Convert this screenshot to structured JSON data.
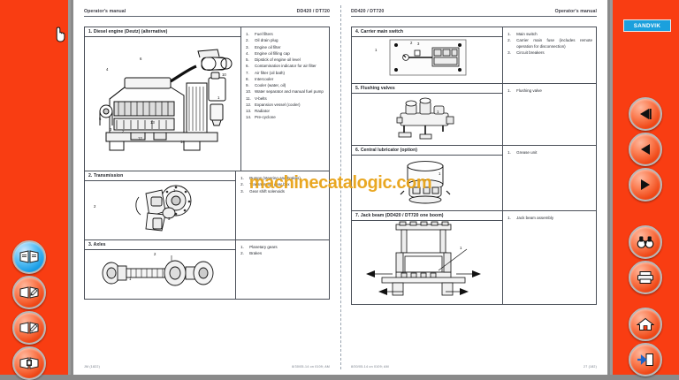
{
  "app": {
    "brand_label": "SANDVIK",
    "brand_color": "#1ba0dd",
    "rail_color": "#f93d12"
  },
  "left_rail": {
    "buttons": [
      {
        "name": "book-open-blue",
        "label": "",
        "selected": true
      },
      {
        "name": "book-pencil-1",
        "label": "",
        "selected": false
      },
      {
        "name": "book-pencil-2",
        "label": "",
        "selected": false
      },
      {
        "name": "book-bookmark",
        "label": "",
        "selected": false
      }
    ]
  },
  "right_rail": {
    "buttons": [
      {
        "name": "first-page",
        "label": "",
        "selected": false
      },
      {
        "name": "previous-page",
        "label": "",
        "selected": false
      },
      {
        "name": "next-page",
        "label": "",
        "selected": false
      },
      {
        "name": "search-binoculars",
        "label": "",
        "selected": false
      },
      {
        "name": "print",
        "label": "",
        "selected": false
      },
      {
        "name": "home",
        "label": "",
        "selected": false
      },
      {
        "name": "exit",
        "label": "",
        "selected": false
      }
    ]
  },
  "pages": {
    "left": {
      "header_left": "Operator's manual",
      "header_right": "DD420 / DT720",
      "footer_left": "JM (1822)",
      "footer_right": "8/30/05-14 on 0109; AM",
      "panels": [
        {
          "title": "1.  Diesel engine (Deutz) (alternative)",
          "callouts": [
            "4",
            "6",
            "10",
            "1",
            "5",
            "3",
            "2",
            "13",
            "12",
            "14"
          ],
          "items": [
            {
              "n": "1.",
              "t": "Fuel filters"
            },
            {
              "n": "2.",
              "t": "Oil drain plug"
            },
            {
              "n": "3.",
              "t": "Engine oil filter"
            },
            {
              "n": "4.",
              "t": "Engine oil filling cap"
            },
            {
              "n": "5.",
              "t": "Dipstick of engine oil level"
            },
            {
              "n": "6.",
              "t": "Contamination indicator for air filter"
            },
            {
              "n": "7.",
              "t": "Air filter (oil bath)"
            },
            {
              "n": "8.",
              "t": "Intercooler"
            },
            {
              "n": "9.",
              "t": "Cooler (water, oil)"
            },
            {
              "n": "10.",
              "t": "Water separator and manual fuel pump"
            },
            {
              "n": "11.",
              "t": "V-belts"
            },
            {
              "n": "12.",
              "t": "Expansion vessel (cooler)"
            },
            {
              "n": "13.",
              "t": "Radiator"
            },
            {
              "n": "14.",
              "t": "Pre-cyclone"
            }
          ]
        },
        {
          "title": "2. Transmission",
          "callouts": [
            "1",
            "2",
            "3"
          ],
          "items": [
            {
              "n": "1.",
              "t": "Pumps (steering and brakes)"
            },
            {
              "n": "2.",
              "t": "Transmission gear box"
            },
            {
              "n": "3.",
              "t": "Gear shift solenoids"
            }
          ]
        },
        {
          "title": "3. Axles",
          "callouts": [
            "1",
            "2"
          ],
          "items": [
            {
              "n": "1.",
              "t": "Planetary gears"
            },
            {
              "n": "2.",
              "t": "Brakes"
            }
          ]
        }
      ]
    },
    "right": {
      "header_left": "DD420 / DT720",
      "header_right": "Operator's manual",
      "footer_left": "8/30/05-14 on 0109; AM",
      "footer_right": "27 (182)",
      "panels": [
        {
          "title": "4. Carrier main switch",
          "callouts": [
            "1",
            "2",
            "3"
          ],
          "items": [
            {
              "n": "1.",
              "t": "Main switch"
            },
            {
              "n": "2.",
              "t": "Carrier main fuse (includes remote operation for disconnection)"
            },
            {
              "n": "3.",
              "t": "Circuit breakers"
            }
          ]
        },
        {
          "title": "5. Flushing valves",
          "callouts": [
            "1"
          ],
          "items": [
            {
              "n": "1.",
              "t": "Flushing valve"
            }
          ]
        },
        {
          "title": "6. Central lubricator (option)",
          "callouts": [
            "1"
          ],
          "items": [
            {
              "n": "1.",
              "t": "Grease unit"
            }
          ]
        },
        {
          "title": "7. Jack beam (DD420 / DT720 one boom)",
          "callouts": [
            "1"
          ],
          "items": [
            {
              "n": "1.",
              "t": "Jack beam assembly"
            }
          ]
        }
      ]
    }
  },
  "watermark": {
    "text": "machinecatalogic.com",
    "color": "#e8a317"
  }
}
